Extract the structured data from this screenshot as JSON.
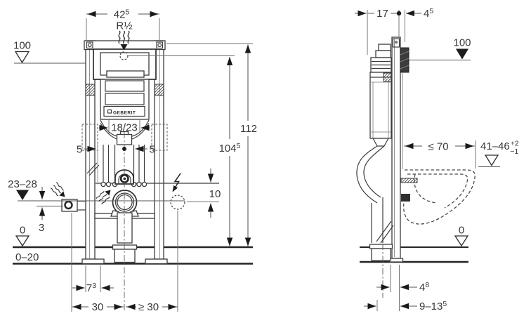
{
  "drawing": {
    "type": "installation-frame-technical-drawing",
    "brand_logo": "GEBERIT",
    "colors": {
      "ink": "#3c3c3c",
      "dim": "#565656",
      "dark_fill": "#1d1d1d",
      "wall_plate": "#3b3b3b",
      "background": "#ffffff"
    }
  },
  "left_view": {
    "dims": {
      "width": {
        "base": "42",
        "sup": "5"
      },
      "supply_thread": "R½",
      "datum_top": "100",
      "height_total": "112",
      "height_supply": {
        "base": "104",
        "sup": "5"
      },
      "flush_bend": "18/23",
      "offset_left": "5",
      "offset_right": "5",
      "electrical_height": "10",
      "outlet_height": "23–28",
      "outlet_gap": "3",
      "floor_level": "0",
      "floor_buildup": "0–20",
      "foot_width": {
        "base": "7",
        "sup": "3"
      },
      "clearance_left": "30",
      "clearance_right": "≥ 30"
    }
  },
  "right_view": {
    "dims": {
      "frame_depth": "17",
      "plate_offset": {
        "base": "4",
        "sup": "5"
      },
      "datum_top": "100",
      "bowl_length": "≤ 70",
      "seat_height": {
        "base": "41–46",
        "sup": "+2",
        "sub": "−1"
      },
      "floor_level": "0",
      "pipe_offset": {
        "base": "4",
        "sup": "8"
      },
      "wall_distance": {
        "base": "9–13",
        "sup": "5"
      }
    }
  }
}
